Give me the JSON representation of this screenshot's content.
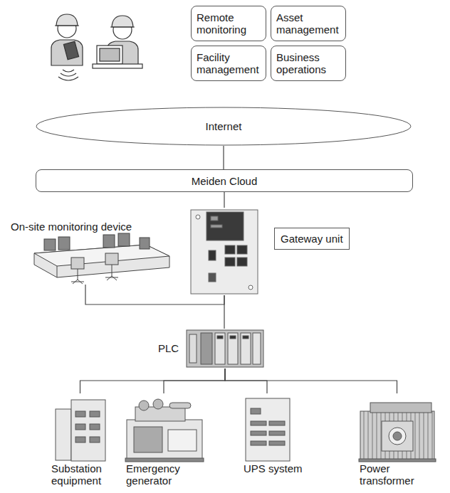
{
  "diagram": {
    "nodes": [
      {
        "text": [
          "Remote monitoring"
        ]
      },
      {
        "text": [
          "Asset management"
        ]
      },
      {
        "text": [
          "Facility management"
        ]
      },
      {
        "text": [
          "Business operations"
        ]
      },
      {
        "text": [
          "Internet"
        ]
      },
      {
        "text": [
          "Meiden Cloud"
        ]
      },
      {
        "text": [
          "On-site monitoring device"
        ]
      },
      {
        "text": [
          "Gateway unit"
        ]
      },
      {
        "text": [
          "PLC"
        ]
      },
      {
        "text": [
          "Substation equipment"
        ]
      },
      {
        "text": [
          "Emergency generator"
        ]
      },
      {
        "text": [
          "UPS system"
        ]
      },
      {
        "text": [
          "Power transformer"
        ]
      }
    ],
    "edges": [
      {
        "from": 4,
        "to": 5,
        "arrow": "none"
      },
      {
        "from": 5,
        "to": 7,
        "arrow": "none"
      },
      {
        "from": 7,
        "to": 8,
        "arrow": "none"
      },
      {
        "from": 7,
        "to": 6,
        "arrow": "none"
      },
      {
        "from": 8,
        "to": 9,
        "arrow": "none"
      },
      {
        "from": 8,
        "to": 10,
        "arrow": "none"
      },
      {
        "from": 8,
        "to": 11,
        "arrow": "none"
      },
      {
        "from": 8,
        "to": 12,
        "arrow": "none"
      }
    ]
  }
}
